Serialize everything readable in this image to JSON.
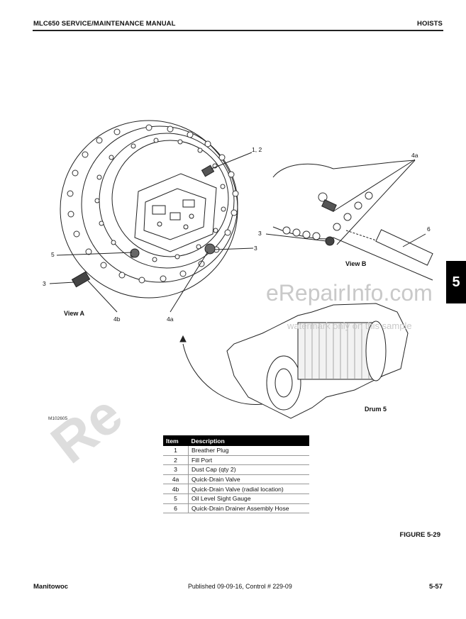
{
  "header": {
    "left": "MLC650 SERVICE/MAINTENANCE MANUAL",
    "right": "HOISTS"
  },
  "section_tab": "5",
  "figure": {
    "callouts": {
      "c12": "1, 2",
      "c5": "5",
      "c3_left": "3",
      "c3_mid": "3",
      "c4b": "4b",
      "c4a_left": "4a",
      "c4a_right": "4a",
      "c3_right": "3",
      "c6": "6"
    },
    "view_a": "View A",
    "view_b": "View B",
    "drum": "Drum 5",
    "code": "M102605",
    "caption": "FIGURE 5-29"
  },
  "watermark": {
    "site": "eRepairInfo.com",
    "note": "watermark only on this sample",
    "diag": "Re"
  },
  "table": {
    "headers": [
      "Item",
      "Description"
    ],
    "rows": [
      {
        "item": "1",
        "desc": "Breather Plug"
      },
      {
        "item": "2",
        "desc": "Fill Port"
      },
      {
        "item": "3",
        "desc": "Dust Cap (qty 2)"
      },
      {
        "item": "4a",
        "desc": "Quick-Drain Valve"
      },
      {
        "item": "4b",
        "desc": "Quick-Drain Valve (radial location)"
      },
      {
        "item": "5",
        "desc": "Oil Level Sight Gauge"
      },
      {
        "item": "6",
        "desc": "Quick-Drain Drainer Assembly Hose"
      }
    ]
  },
  "footer": {
    "left": "Manitowoc",
    "center": "Published 09-09-16, Control # 229-09",
    "right": "5-57"
  }
}
